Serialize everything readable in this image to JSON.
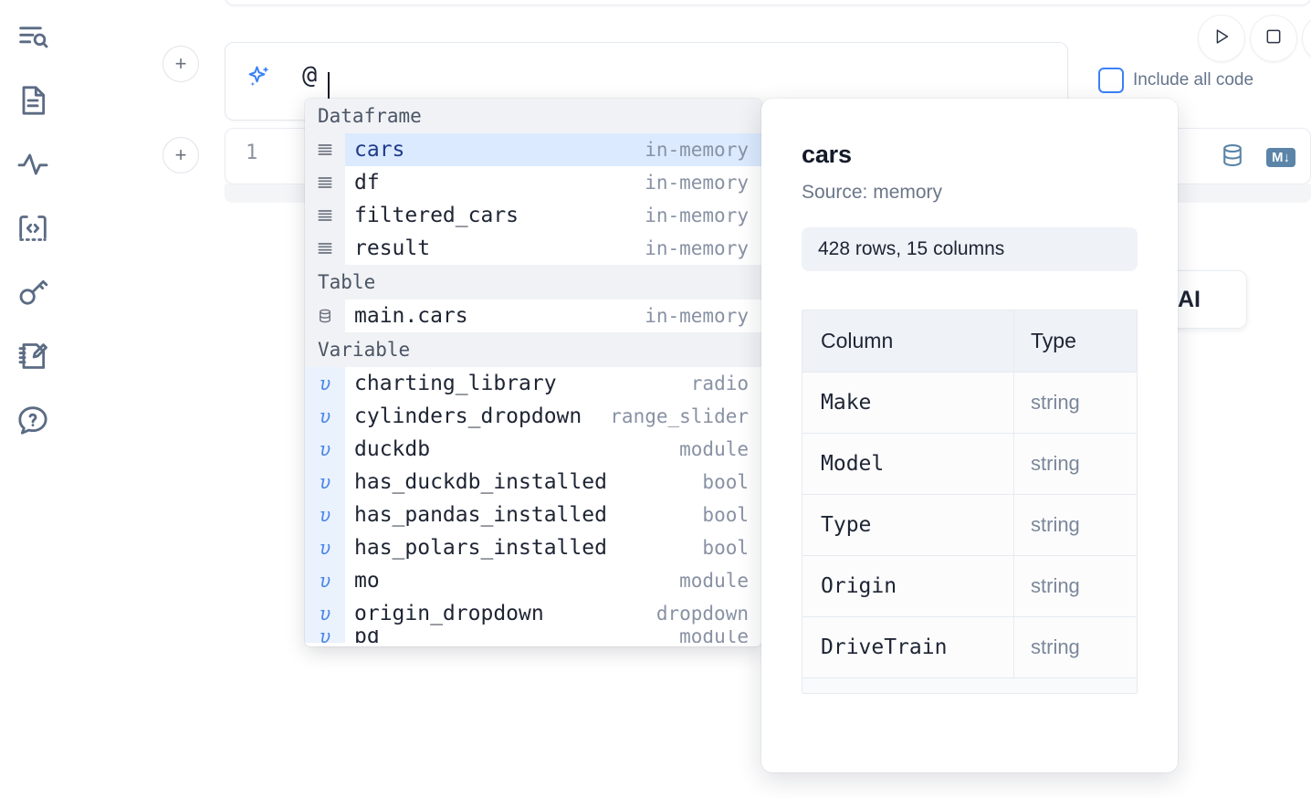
{
  "sidebar": {
    "items": [
      {
        "name": "explore-panel",
        "icon": "list-search-icon"
      },
      {
        "name": "notebook-panel",
        "icon": "document-icon"
      },
      {
        "name": "activity-panel",
        "icon": "activity-pulse-icon"
      },
      {
        "name": "snippets-panel",
        "icon": "code-brackets-icon"
      },
      {
        "name": "secrets-panel",
        "icon": "key-icon"
      },
      {
        "name": "scratchpad-panel",
        "icon": "notebook-pencil-icon"
      },
      {
        "name": "help-panel",
        "icon": "chat-question-icon"
      }
    ]
  },
  "toolbar": {
    "run_label": "▷",
    "stop_label": "□",
    "include_all_code_label": "Include all code",
    "include_all_code_checked": false
  },
  "prompt": {
    "icon": "ai-sparkle-icon",
    "value": "@",
    "add_button_label": "+"
  },
  "code_cell": {
    "line_number": "1",
    "database_icon": "database-icon",
    "markdown_badge": "M↓"
  },
  "ai_hint": {
    "label": "h AI"
  },
  "autocomplete": {
    "groups": [
      {
        "label": "Dataframe",
        "kind": "dataframe",
        "icon": "dataframe-rows-icon",
        "items": [
          {
            "name": "cars",
            "type": "in-memory",
            "selected": true
          },
          {
            "name": "df",
            "type": "in-memory",
            "selected": false
          },
          {
            "name": "filtered_cars",
            "type": "in-memory",
            "selected": false
          },
          {
            "name": "result",
            "type": "in-memory",
            "selected": false
          }
        ]
      },
      {
        "label": "Table",
        "kind": "table",
        "icon": "database-icon",
        "items": [
          {
            "name": "main.cars",
            "type": "in-memory",
            "selected": false
          }
        ]
      },
      {
        "label": "Variable",
        "kind": "variable",
        "icon": "upsilon-icon",
        "items": [
          {
            "name": "charting_library",
            "type": "radio",
            "selected": false
          },
          {
            "name": "cylinders_dropdown",
            "type": "range_slider",
            "selected": false
          },
          {
            "name": "duckdb",
            "type": "module",
            "selected": false
          },
          {
            "name": "has_duckdb_installed",
            "type": "bool",
            "selected": false
          },
          {
            "name": "has_pandas_installed",
            "type": "bool",
            "selected": false
          },
          {
            "name": "has_polars_installed",
            "type": "bool",
            "selected": false
          },
          {
            "name": "mo",
            "type": "module",
            "selected": false
          },
          {
            "name": "origin_dropdown",
            "type": "dropdown",
            "selected": false
          },
          {
            "name": "pd",
            "type": "module",
            "selected": false
          }
        ]
      }
    ]
  },
  "detail": {
    "title": "cars",
    "source_label": "Source: memory",
    "shape_label": "428 rows, 15 columns",
    "columns_header": {
      "column": "Column",
      "type": "Type"
    },
    "columns": [
      {
        "column": "Make",
        "type": "string"
      },
      {
        "column": "Model",
        "type": "string"
      },
      {
        "column": "Type",
        "type": "string"
      },
      {
        "column": "Origin",
        "type": "string"
      },
      {
        "column": "DriveTrain",
        "type": "string"
      }
    ]
  },
  "colors": {
    "accent_blue": "#3b82f6",
    "selected_row": "#dbeafe",
    "variable_gutter": "#eaf2fd",
    "group_header_bg": "#f1f2f5",
    "icon_rail": "#5b6b84",
    "badge_teal": "#5b84a8"
  }
}
